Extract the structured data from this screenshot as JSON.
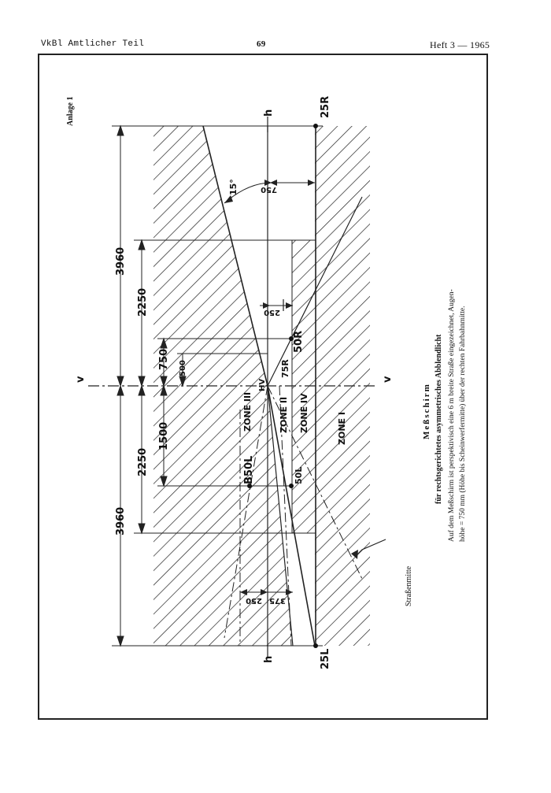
{
  "header": {
    "left": "VkBl Amtlicher Teil",
    "center": "69",
    "right": "Heft 3 — 1965"
  },
  "figure": {
    "appendix": "Anlage 1",
    "caption_title": "Meßschirm",
    "caption_subtitle": "für rechtsgerichtetes asymmetrisches Abblendlicht",
    "caption_line1": "Auf dem Meßschirm ist perspektivisch eine 6 m breite Straße eingezeichnet, Augen-",
    "caption_line2": "höhe = 750 mm (Höhe bis Scheinwerfermitte) über der rechten Fahrbahnmitte.",
    "axis_h_top": "h",
    "axis_h_bottom": "h",
    "axis_v_left": "v",
    "axis_v_right": "v",
    "point_25R": "25R",
    "point_25L": "25L",
    "point_50R": "50R",
    "point_75R": "75R",
    "point_50L": "50L",
    "point_B50L": "B50L",
    "point_HV": "HV",
    "zone_1": "ZONE I",
    "zone_2": "ZONE II",
    "zone_3": "ZONE III",
    "zone_4": "ZONE IV",
    "strassenmitte": "Straßenmitte",
    "angle_15": "15°",
    "dims": {
      "d3960_top": "3960",
      "d3960_bottom": "3960",
      "d2250_top": "2250",
      "d2250_bottom": "2250",
      "d750_left": "750",
      "d500": "500",
      "d1500": "1500",
      "d750_top": "750",
      "d250_top": "250",
      "d250_bottom": "250",
      "d375": "375"
    }
  }
}
